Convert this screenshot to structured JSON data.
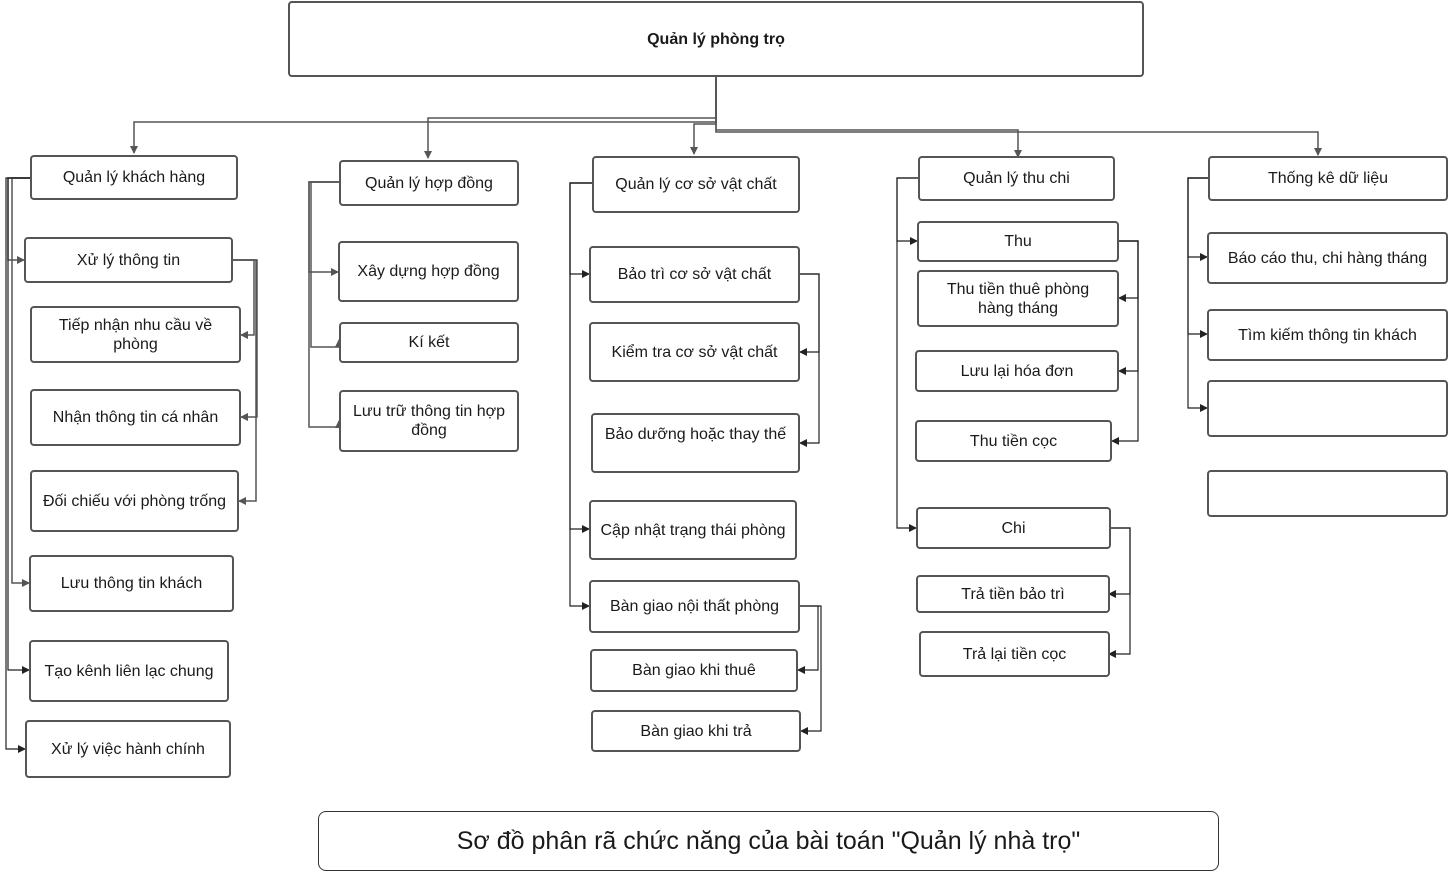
{
  "title": "Quản lý phòng trọ",
  "caption": "Sơ đồ phân rã chức năng của bài toán \"Quản lý nhà trọ\"",
  "colors": {
    "border": "#555555",
    "line": "#555555",
    "line_dark": "#222222"
  },
  "modules": [
    {
      "label": "Quản lý khách hàng",
      "children": [
        {
          "label": "Xử lý thông tin"
        },
        {
          "label": "Tiếp nhận nhu cầu về phòng"
        },
        {
          "label": "Nhận thông tin cá nhân"
        },
        {
          "label": "Đối chiếu với phòng trống"
        },
        {
          "label": "Lưu thông tin khách"
        },
        {
          "label": "Tạo kênh liên lạc chung"
        },
        {
          "label": "Xử lý việc hành chính"
        }
      ]
    },
    {
      "label": "Quản lý hợp đồng",
      "children": [
        {
          "label": "Xây dựng hợp đồng"
        },
        {
          "label": "Kí kết"
        },
        {
          "label": "Lưu trữ thông tin hợp đồng"
        }
      ]
    },
    {
      "label": "Quản lý cơ sở vật chất",
      "children": [
        {
          "label": "Bảo trì cơ sở vật chất"
        },
        {
          "label": "Kiểm tra cơ sở vật chất"
        },
        {
          "label": "Bảo dưỡng hoặc thay thế"
        },
        {
          "label": "Cập nhật trạng thái phòng"
        },
        {
          "label": "Bàn giao nội thất phòng"
        },
        {
          "label": "Bàn giao khi thuê"
        },
        {
          "label": "Bàn giao khi trả"
        }
      ]
    },
    {
      "label": "Quản lý thu chi",
      "children": [
        {
          "label": "Thu"
        },
        {
          "label": "Thu tiền thuê phòng hàng tháng"
        },
        {
          "label": "Lưu lại hóa đơn"
        },
        {
          "label": "Thu tiền cọc"
        },
        {
          "label": "Chi"
        },
        {
          "label": "Trả tiền bảo trì"
        },
        {
          "label": "Trả lại tiền cọc"
        }
      ]
    },
    {
      "label": "Thống kê dữ liệu",
      "children": [
        {
          "label": "Báo cáo thu, chi hàng tháng"
        },
        {
          "label": "Tìm kiếm thông tin khách"
        },
        {
          "label": ""
        },
        {
          "label": ""
        }
      ]
    }
  ]
}
